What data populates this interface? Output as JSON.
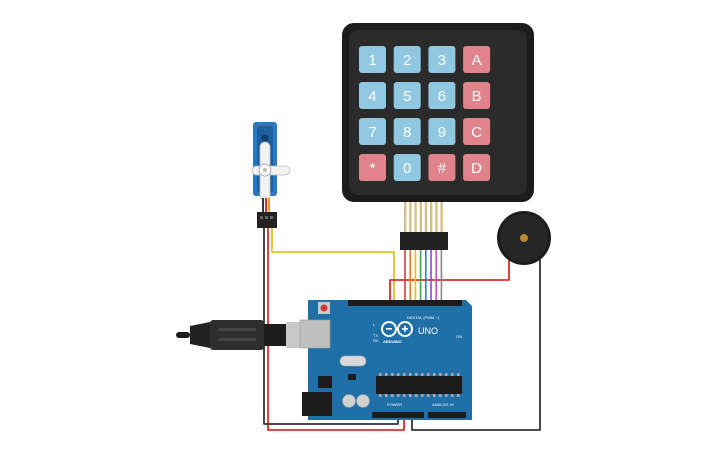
{
  "keypad": {
    "keys": [
      {
        "label": "1",
        "color": "#8fc8e0"
      },
      {
        "label": "2",
        "color": "#8fc8e0"
      },
      {
        "label": "3",
        "color": "#8fc8e0"
      },
      {
        "label": "A",
        "color": "#e0848c"
      },
      {
        "label": "4",
        "color": "#8fc8e0"
      },
      {
        "label": "5",
        "color": "#8fc8e0"
      },
      {
        "label": "6",
        "color": "#8fc8e0"
      },
      {
        "label": "B",
        "color": "#e0848c"
      },
      {
        "label": "7",
        "color": "#8fc8e0"
      },
      {
        "label": "8",
        "color": "#8fc8e0"
      },
      {
        "label": "9",
        "color": "#8fc8e0"
      },
      {
        "label": "C",
        "color": "#e0848c"
      },
      {
        "label": "*",
        "color": "#e0848c"
      },
      {
        "label": "0",
        "color": "#8fc8e0"
      },
      {
        "label": "#",
        "color": "#e0848c"
      },
      {
        "label": "D",
        "color": "#e0848c"
      }
    ],
    "ribbon_colors": [
      "#d6c08a",
      "#d6c08a",
      "#d6c08a",
      "#d6c08a",
      "#d6c08a",
      "#d6c08a",
      "#d6c08a",
      "#d6c08a"
    ]
  },
  "board": {
    "name": "UNO",
    "brand": "ARDUINO",
    "digital_label": "DIGITAL (PWM ~)",
    "power_label": "POWER",
    "analog_label": "ANALOG IN",
    "tx_label": "TX",
    "rx_label": "RX",
    "on_label": "ON",
    "l_label": "L",
    "color": "#1f6fa8"
  },
  "wires": {
    "servo_signal": "#e2c51b",
    "power": "#d9302c",
    "ground": "#333333",
    "keypad_rows": [
      "#e03a3a",
      "#e67d22",
      "#e6c21b",
      "#3aa84a",
      "#2b7fd6",
      "#7b4fd0",
      "#c84fd0",
      "#888888"
    ]
  }
}
